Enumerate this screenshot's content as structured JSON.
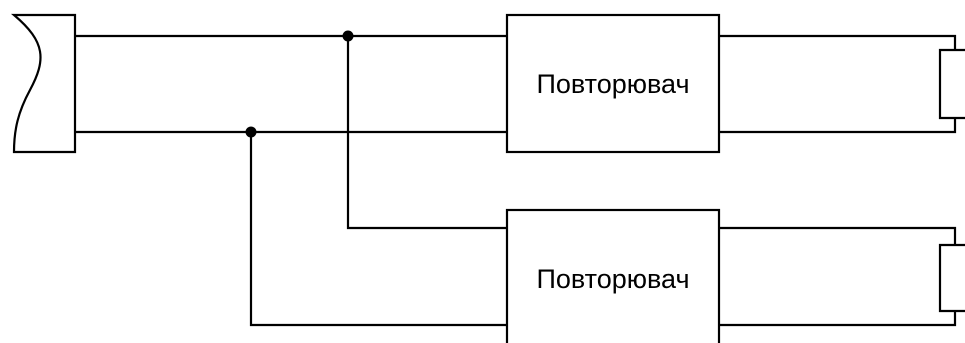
{
  "diagram": {
    "type": "electrical schematic",
    "blocks": [
      {
        "label": "Повторювач"
      },
      {
        "label": "Повторювач"
      }
    ],
    "colors": {
      "line": "#000000",
      "background": "#ffffff"
    }
  }
}
